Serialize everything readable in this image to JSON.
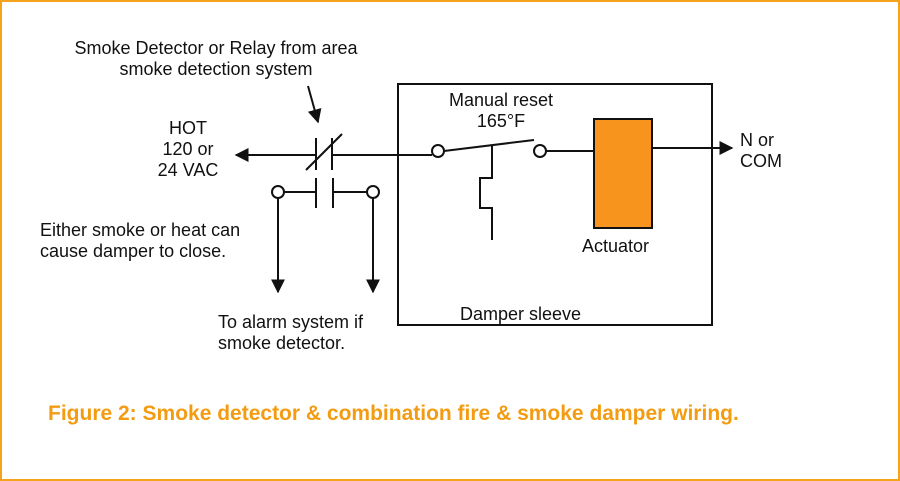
{
  "labels": {
    "smoke_detector_line1": "Smoke Detector or Relay from area",
    "smoke_detector_line2": "smoke detection system",
    "hot_line1": "HOT",
    "hot_line2": "120 or",
    "hot_line3": "24 VAC",
    "manual_reset_line1": "Manual reset",
    "manual_reset_line2": "165°F",
    "neutral_line1": "N or",
    "neutral_line2": "COM",
    "either_line1": "Either smoke or heat can",
    "either_line2": "cause damper to close.",
    "actuator": "Actuator",
    "damper_sleeve": "Damper sleeve",
    "alarm_line1": "To alarm system if",
    "alarm_line2": "smoke detector."
  },
  "caption": "Figure 2: Smoke detector & combination fire & smoke damper wiring.",
  "colors": {
    "border": "#f5a31a",
    "caption": "#f39c12",
    "actuator_fill": "#f7941d",
    "line": "#111111"
  }
}
